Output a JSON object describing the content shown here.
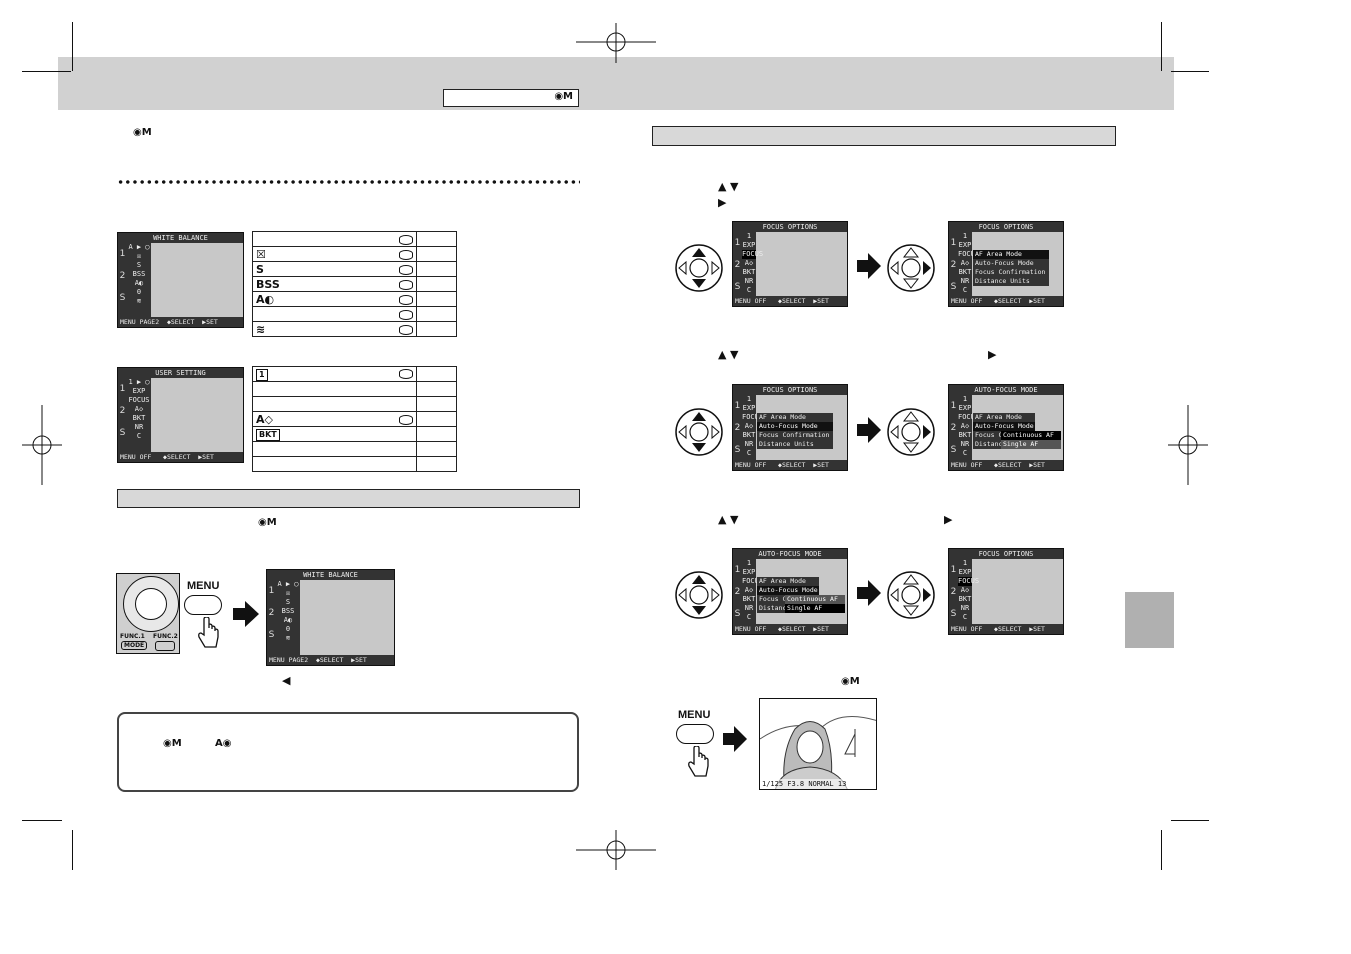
{
  "header": {
    "mode_icon": "camera-manual-icon"
  },
  "left": {
    "wb_screen": {
      "title": "WHITE BALANCE",
      "bottom": "MENU PAGE2  ◆SELECT  ▶SET",
      "side_num_1": "1",
      "side_num_2": "2",
      "side_s": "S",
      "icons": [
        "A ▶ ◯",
        "☒",
        "S",
        "BSS",
        "A◐",
        "0",
        "≋"
      ]
    },
    "wb_table_rows": [
      {
        "icon": "",
        "value": ""
      },
      {
        "icon": "☒",
        "value": ""
      },
      {
        "icon": "S",
        "value": ""
      },
      {
        "icon": "BSS",
        "value": ""
      },
      {
        "icon": "A◐",
        "value": ""
      },
      {
        "icon": "",
        "value": ""
      },
      {
        "icon": "≋",
        "value": ""
      }
    ],
    "us_screen": {
      "title": "USER SETTING",
      "bottom": "MENU OFF   ◆SELECT  ▶SET",
      "icons": [
        "1 ▶ ◯",
        "EXP",
        "FOCUS",
        "A◇",
        "BKT",
        "NR",
        "C"
      ]
    },
    "us_table_rows": [
      {
        "icon": "1",
        "value": ""
      },
      {
        "icon": "",
        "value": ""
      },
      {
        "icon": "",
        "value": ""
      },
      {
        "icon": "A◇",
        "value": ""
      },
      {
        "icon": "BKT",
        "value": ""
      },
      {
        "icon": "",
        "value": ""
      },
      {
        "icon": "",
        "value": ""
      }
    ],
    "menu_label": "MENU",
    "dial_func1": "FUNC.1",
    "dial_func2": "FUNC.2",
    "dial_mode": "MODE",
    "wb2_screen": {
      "title": "WHITE BALANCE",
      "bottom": "MENU PAGE2  ◆SELECT  ▶SET"
    },
    "left_arrow_glyph": "◀",
    "note_icon_1": "camera-manual-icon",
    "note_icon_2": "auto-camera-icon"
  },
  "right": {
    "step1_glyphs": "▲ ▼",
    "step1_right": "▶",
    "focus_options_title": "FOCUS OPTIONS",
    "afm_title": "AUTO-FOCUS MODE",
    "bottom_bar": "MENU OFF   ◆SELECT  ▶SET",
    "menu_items": [
      "AF Area Mode",
      "Auto-Focus Mode",
      "Focus Confirmation",
      "Distance Units"
    ],
    "menu_items_trunc": [
      "AF Area Mode",
      "Auto-Focus Mode",
      "Focus Co",
      "Distance"
    ],
    "sub_continuous": "Continuous AF",
    "sub_single": "Single AF",
    "side_icons": [
      "1",
      "EXP",
      "FOCUS",
      "A◇",
      "BKT",
      "NR",
      "C"
    ],
    "menu_label": "MENU",
    "photo_status": "1/125  F3.8  NORMAL  13"
  }
}
